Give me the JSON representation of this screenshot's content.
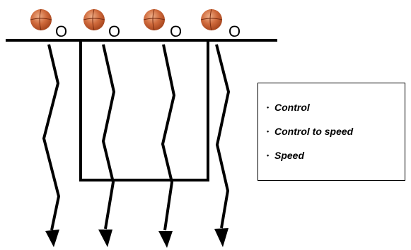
{
  "players": [
    {
      "id": "p1",
      "label": "O"
    },
    {
      "id": "p2",
      "label": "O"
    },
    {
      "id": "p3",
      "label": "O"
    },
    {
      "id": "p4",
      "label": "O"
    }
  ],
  "legend": {
    "items": [
      {
        "label": "Control"
      },
      {
        "label": "Control to speed"
      },
      {
        "label": "Speed"
      }
    ]
  },
  "colors": {
    "ball": "#c8582c",
    "ball_highlight": "#e49a72",
    "line": "#000000"
  },
  "icons": {
    "ball": "basketball-icon",
    "bullet": "bullet-icon"
  }
}
